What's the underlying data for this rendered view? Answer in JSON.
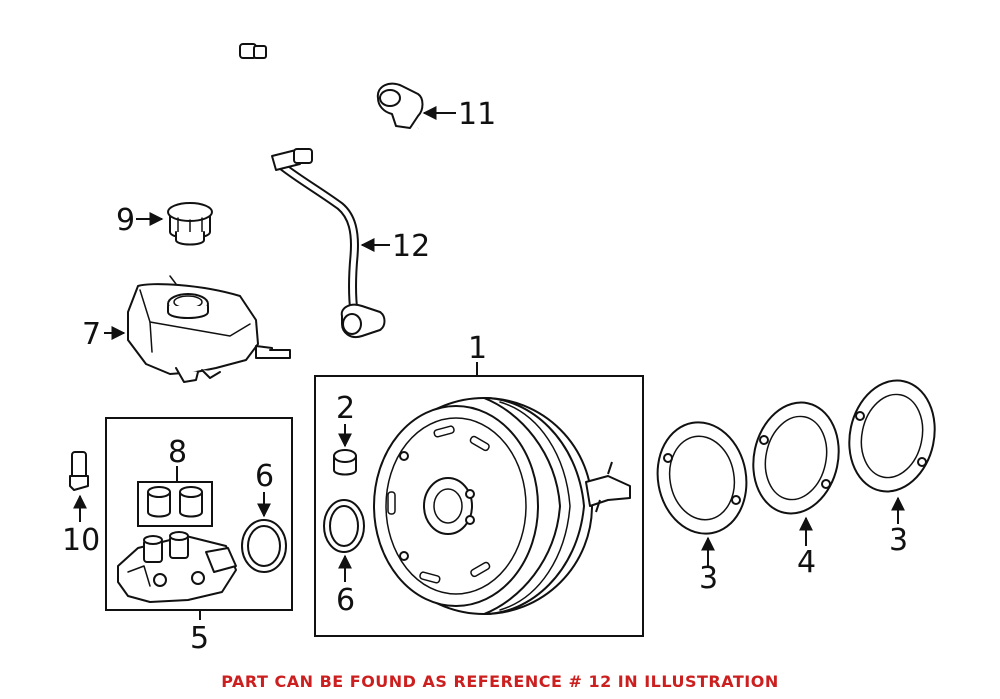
{
  "callouts": {
    "c1": "1",
    "c2": "2",
    "c3a": "3",
    "c3b": "3",
    "c4": "4",
    "c5": "5",
    "c6a": "6",
    "c6b": "6",
    "c7": "7",
    "c8": "8",
    "c9": "9",
    "c10": "10",
    "c11": "11",
    "c12": "12"
  },
  "footer": {
    "text": "PART CAN BE FOUND AS REFERENCE # 12 IN ILLUSTRATION",
    "color": "#cc1f1f"
  }
}
